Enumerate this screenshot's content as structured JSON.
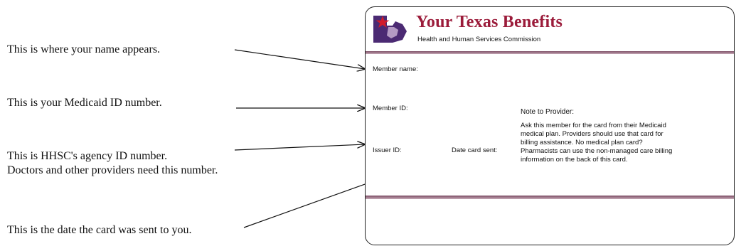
{
  "callouts": {
    "name": "This is where your name appears.",
    "medicaid_id": "This is your Medicaid ID number.",
    "agency_id_line1": "This is HHSC's agency ID number.",
    "agency_id_line2": "Doctors and other providers need this number.",
    "date_sent": "This is the date the card was sent to you."
  },
  "card": {
    "title": "Your Texas Benefits",
    "subtitle": "Health and Human Services Commission",
    "member_name_label": "Member name:",
    "member_id_label": "Member ID:",
    "issuer_id_label": "Issuer ID:",
    "date_sent_label": "Date card sent:",
    "note_title": "Note to Provider:",
    "note_body": "Ask this member for the card from their Medicaid medical plan. Providers should use that card for billing assistance. No medical plan card? Pharmacists can use the non-managed care billing information on the back of this card."
  },
  "colors": {
    "brand": "#9b1b3a",
    "band": "#7a4b62",
    "star": "#d01c2b",
    "logo_purple": "#4b2a73"
  },
  "icons": {
    "logo": "texas-star-silhouette-logo"
  }
}
